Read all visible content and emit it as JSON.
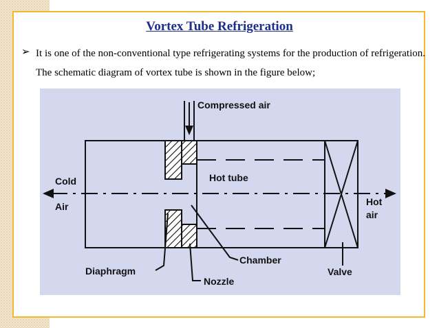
{
  "slide": {
    "title": "Vortex Tube Refrigeration",
    "bullet_symbol": "➢",
    "paragraph": "It is one of the non-conventional type refrigerating systems for the production of refrigeration. The schematic diagram of vortex tube is shown in the figure below;"
  },
  "diagram": {
    "labels": {
      "compressed_air": "Compressed air",
      "cold": "Cold",
      "air": "Air",
      "hot_tube": "Hot tube",
      "hot": "Hot",
      "hot_air": "air",
      "chamber": "Chamber",
      "diaphragm": "Diaphragm",
      "nozzle": "Nozzle",
      "valve": "Valve"
    },
    "colors": {
      "figure_background": "#d4d8ef",
      "line": "#111111",
      "title": "#1c2f8a",
      "border": "#f1b92e"
    }
  }
}
